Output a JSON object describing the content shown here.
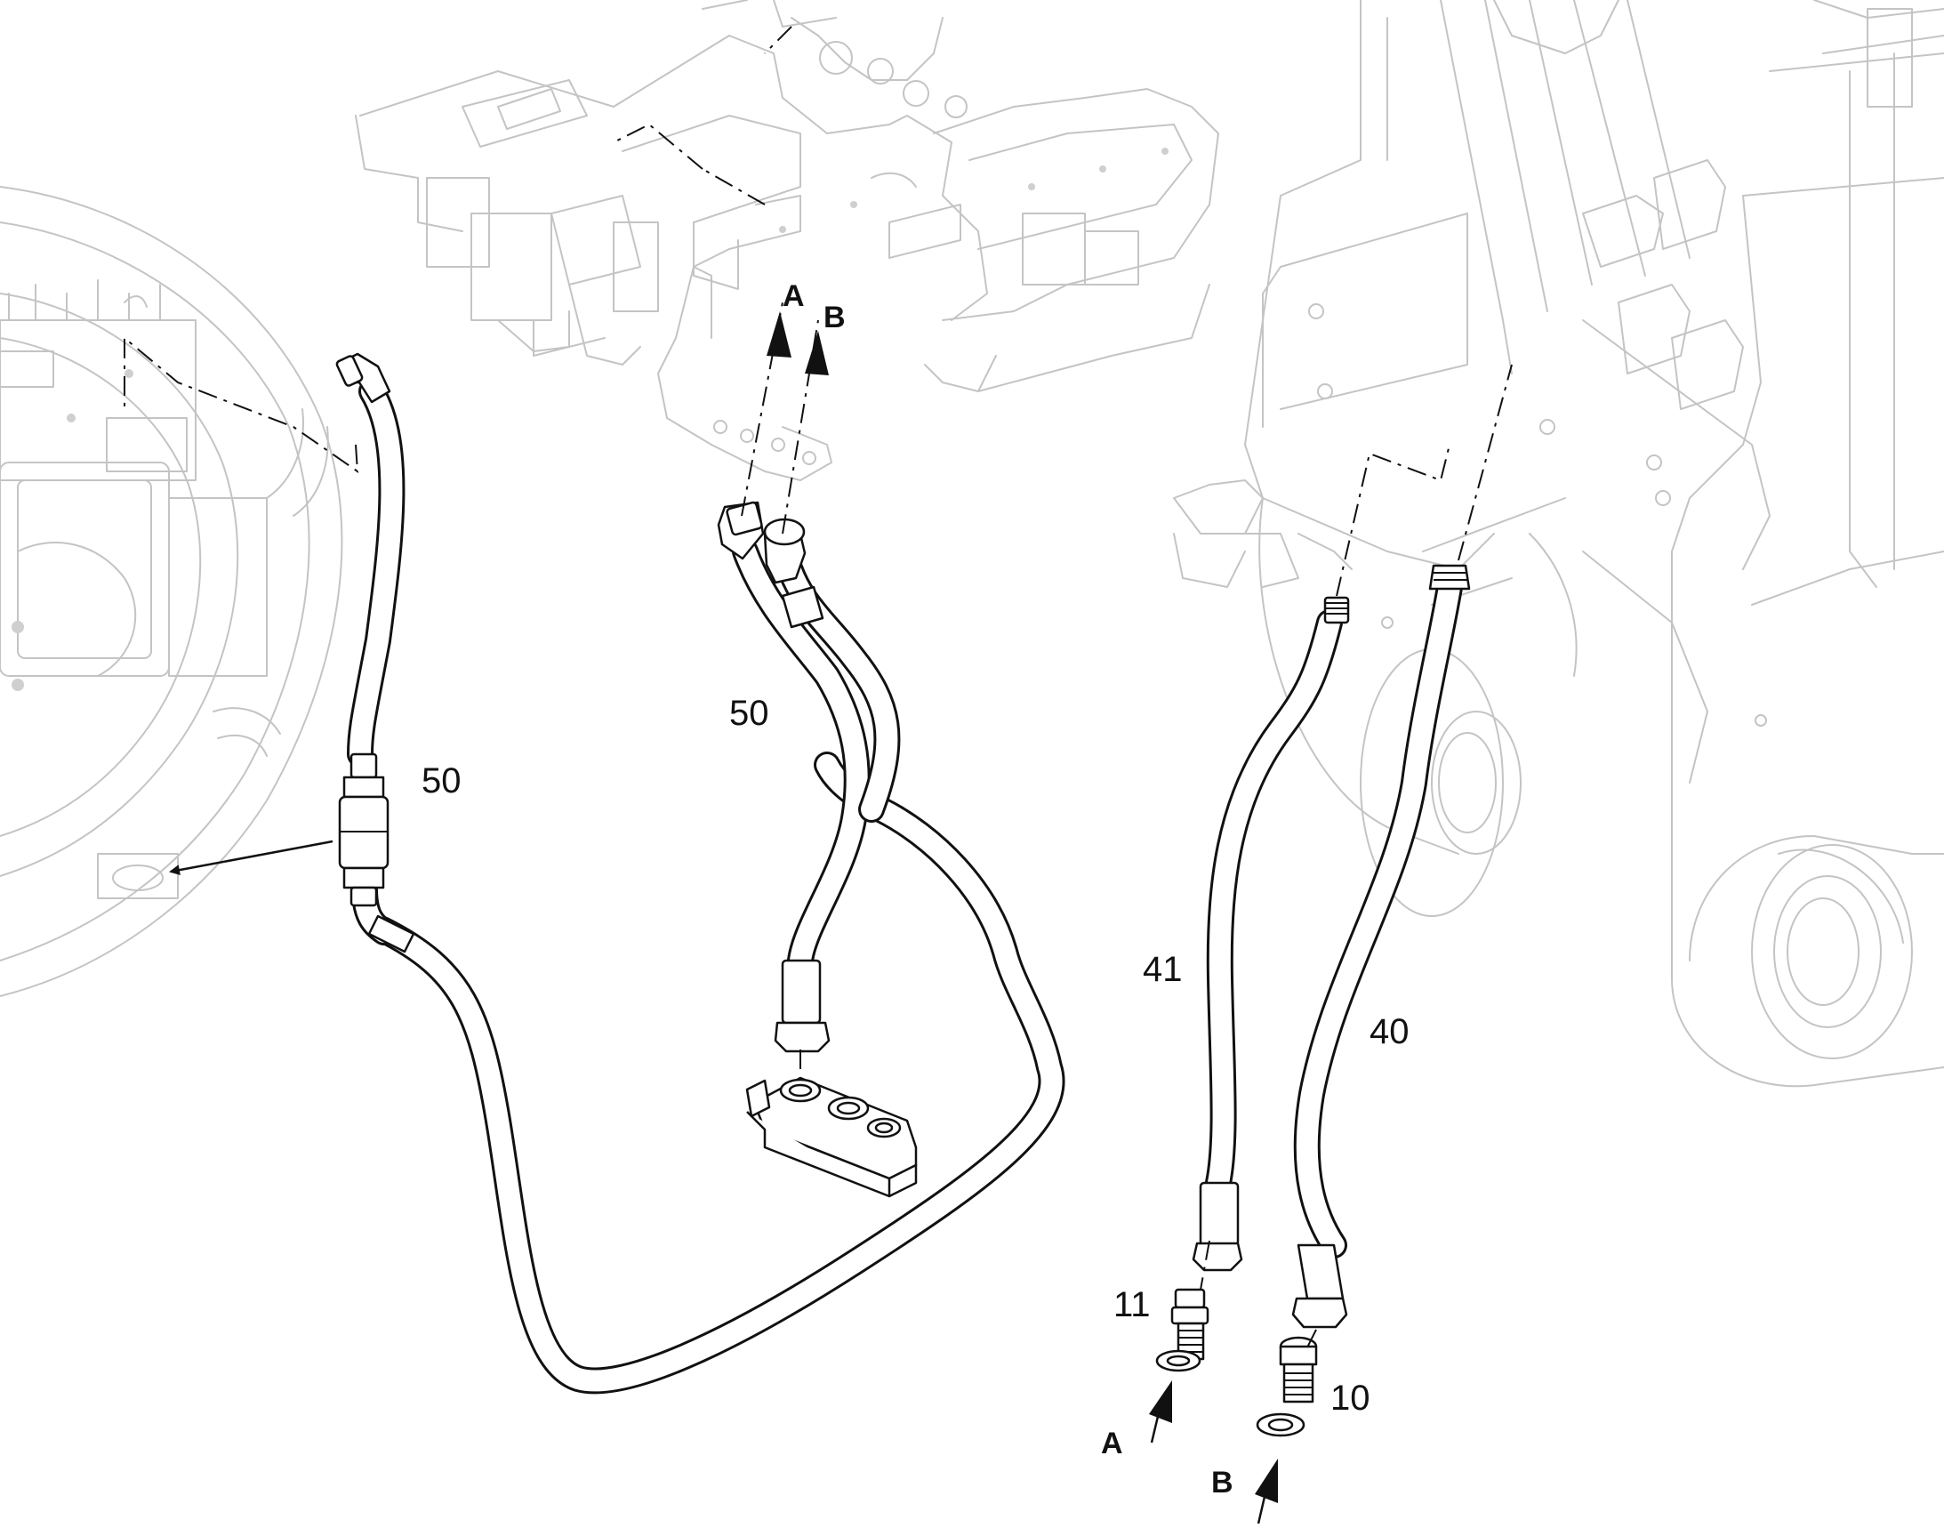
{
  "labels": {
    "hose_left_50": "50",
    "hose_center_50": "50",
    "hose_41": "41",
    "hose_40": "40",
    "adapter_11": "11",
    "adapter_10": "10",
    "port_a_top": "A",
    "port_b_top": "B",
    "port_a_bottom": "A",
    "port_b_bottom": "B"
  }
}
